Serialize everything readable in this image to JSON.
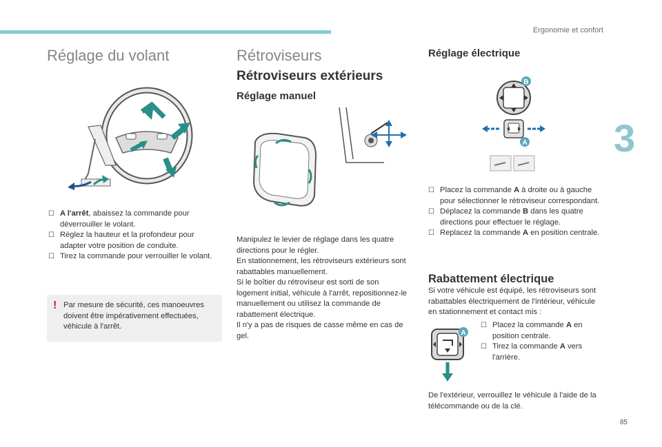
{
  "header": {
    "chapter_title": "Ergonomie et confort",
    "chapter_number": "3",
    "page_number": "85"
  },
  "left": {
    "title": "Réglage du volant",
    "bullets": [
      {
        "bold": "A l'arrêt",
        "text": ", abaissez la commande pour déverrouiller le volant."
      },
      {
        "bold": "",
        "text": "Réglez la hauteur et la profondeur pour adapter votre position de conduite."
      },
      {
        "bold": "",
        "text": "Tirez la commande pour verrouiller le volant."
      }
    ],
    "warning": "Par mesure de sécurité, ces manoeuvres doivent être impérativement effectuées, véhicule à l'arrêt."
  },
  "middle": {
    "title": "Rétroviseurs",
    "subtitle": "Rétroviseurs extérieurs",
    "manual_heading": "Réglage manuel",
    "paragraph": [
      "Manipulez le levier de réglage dans les quatre directions pour le régler.",
      "En stationnement, les rétroviseurs extérieurs sont rabattables manuellement.",
      "Si le boîtier du rétroviseur est sorti de son logement initial, véhicule à l'arrêt, repositionnez-le manuellement ou utilisez la commande de rabattement électrique.",
      "Il n'y a pas de risques de casse même en cas de gel."
    ]
  },
  "right": {
    "electric_heading": "Réglage électrique",
    "label_a": "A",
    "label_b": "B",
    "electric_bullets": [
      {
        "pre": "Placez la commande ",
        "bold": "A",
        "post": " à droite ou à gauche pour sélectionner le rétroviseur correspondant."
      },
      {
        "pre": "Déplacez la commande ",
        "bold": "B",
        "post": " dans les quatre directions pour effectuer le réglage."
      },
      {
        "pre": "Replacez la commande ",
        "bold": "A",
        "post": " en position centrale."
      }
    ],
    "folding_heading": "Rabattement électrique",
    "folding_intro": "Si votre véhicule est équipé, les rétroviseurs sont rabattables électriquement de l'intérieur, véhicule en stationnement et contact mis :",
    "folding_bullets": [
      {
        "pre": "Placez la commande ",
        "bold": "A",
        "post": " en position centrale."
      },
      {
        "pre": "Tirez la commande ",
        "bold": "A",
        "post": " vers l'arrière."
      }
    ],
    "outro": "De l'extérieur, verrouillez le véhicule à l'aide de la télécommande ou de la clé."
  },
  "colors": {
    "accent": "#7fcdd6",
    "arrow_teal": "#1e8f8c",
    "arrow_blue": "#1f4f8f",
    "badge": "#5aa8b8",
    "warning_red": "#d5152a"
  },
  "icons": {
    "bullet": "checkbox-bullet-icon",
    "warning": "exclamation-icon"
  }
}
